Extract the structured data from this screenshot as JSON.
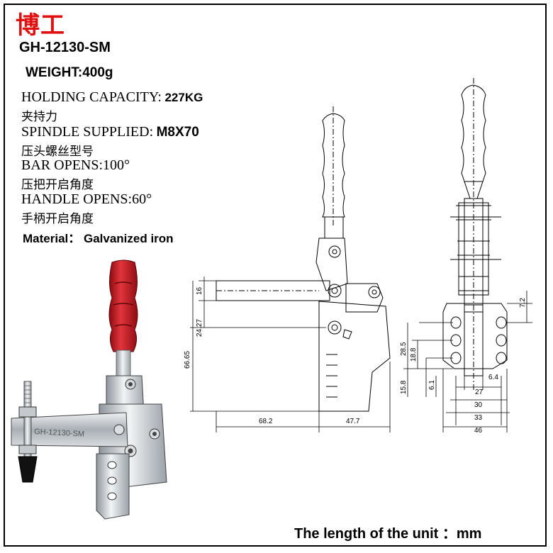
{
  "brand": "博工",
  "model": "GH-12130-SM",
  "weight": "WEIGHT:400g",
  "specs": {
    "holding_label": "HOLDING CAPACITY:",
    "holding_value": "227KG",
    "holding_cn": "夹持力",
    "spindle_label": "SPINDLE SUPPLIED:",
    "spindle_value": "M8X70",
    "spindle_cn": "压头螺丝型号",
    "bar_opens": "BAR OPENS:100°",
    "bar_opens_cn": "压把开启角度",
    "handle_opens": "HANDLE OPENS:60°",
    "handle_opens_cn": "手柄开启角度"
  },
  "material": "Material： Galvanized iron",
  "photo_engraving": "GH-12130-SM",
  "dimensions": {
    "side": {
      "h_16": "16",
      "h_24_27": "24.27",
      "h_66_65": "66.65",
      "w_68_2": "68.2",
      "w_47_7": "47.7"
    },
    "front": {
      "v_7_2": "7.2",
      "v_28_5": "28.5",
      "v_18_8": "18.8",
      "v_15_8": "15.8",
      "v_6_1": "6.1",
      "w_6_4": "6.4",
      "w_27": "27",
      "w_30": "30",
      "w_33": "33",
      "w_46": "46"
    }
  },
  "unit_note": "The length of the unit ：mm",
  "colors": {
    "brand": "#e01010",
    "handle": "#c8141e",
    "metal": "#b9bec4"
  }
}
